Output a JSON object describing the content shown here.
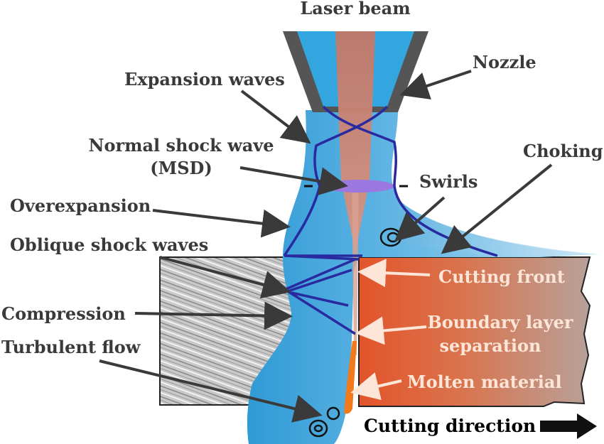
{
  "labels": {
    "laser_beam": "Laser beam",
    "nozzle": "Nozzle",
    "expansion_waves": "Expansion waves",
    "normal_shock_line1": "Normal shock wave",
    "normal_shock_line2": "(MSD)",
    "choking": "Choking",
    "swirls": "Swirls",
    "overexpansion": "Overexpansion",
    "oblique_shock_waves": "Oblique shock waves",
    "cutting_front": "Cutting front",
    "compression": "Compression",
    "boundary_line1": "Boundary layer",
    "boundary_line2": "separation",
    "turbulent_flow": "Turbulent flow",
    "molten_material": "Molten material",
    "cutting_direction": "Cutting direction"
  },
  "colors": {
    "jet": "#5fb2e0",
    "jet_light": "#bfe0f4",
    "nozzle_gray": "#555555",
    "nozzle_blue": "#33a6e0",
    "beam": "#c47a6a",
    "shock": "#2a2aa0",
    "workpiece_hot": "#e3542a",
    "workpiece_cool": "#b59a92",
    "molten": "#f07a1c",
    "arrow": "#3a3a3a"
  }
}
